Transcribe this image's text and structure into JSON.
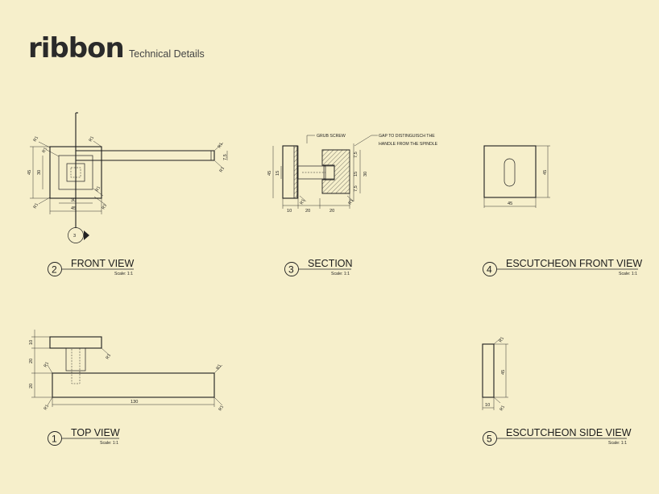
{
  "brand": {
    "logo_text": "ribbon",
    "subtitle": "Technical Details"
  },
  "views": [
    {
      "number": "2",
      "title": "FRONT VIEW",
      "scale": "Scale: 1:1"
    },
    {
      "number": "3",
      "title": "SECTION",
      "scale": "Scale: 1:1"
    },
    {
      "number": "4",
      "title": "ESCUTCHEON FRONT VIEW",
      "scale": "Scale: 1:1"
    },
    {
      "number": "1",
      "title": "TOP VIEW",
      "scale": "Scale: 1:1"
    },
    {
      "number": "5",
      "title": "ESCUTCHEON SIDE VIEW",
      "scale": "Scale: 1:1"
    }
  ],
  "callouts": {
    "grub_screw": "GRUB SCREW",
    "gap_line1": "GAP TO DISTINGUISCH THE",
    "gap_line2": "HANDLE FROM THE SPINDLE"
  },
  "section_marker": "3",
  "dimensions": {
    "front": {
      "d45v": "45",
      "d30v": "30",
      "d30h": "30",
      "d45h": "45",
      "d75": "7,5",
      "r": "R1"
    },
    "section": {
      "d45": "45",
      "d15a": "15",
      "d15b": "15",
      "d30": "30",
      "d75a": "7,5",
      "d75b": "7,5",
      "d10": "10",
      "d20a": "20",
      "d20b": "20",
      "r": "R1"
    },
    "escutcheon_front": {
      "d45h": "45",
      "d45v": "45"
    },
    "top": {
      "d10": "10",
      "d20a": "20",
      "d20b": "20",
      "d130": "130",
      "r": "R1"
    },
    "escutcheon_side": {
      "d45": "45",
      "d10": "10",
      "r": "R1"
    }
  }
}
